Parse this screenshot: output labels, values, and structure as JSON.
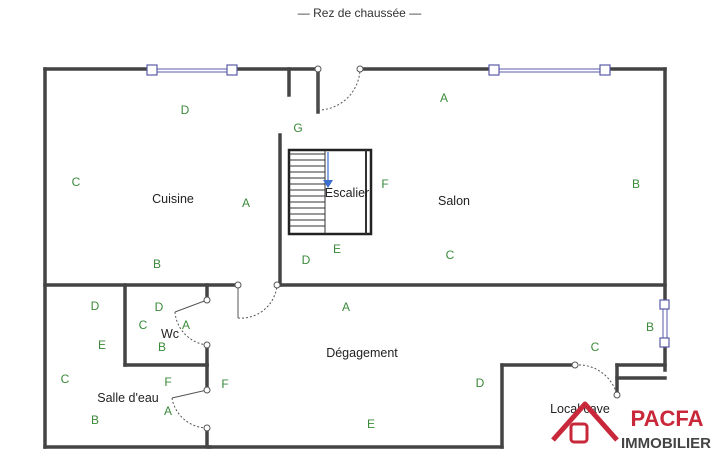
{
  "title": "— Rez de chaussée —",
  "rooms": {
    "cuisine": "Cuisine",
    "salon": "Salon",
    "escalier": "Escalier",
    "wc": "Wc",
    "degagement": "Dégagement",
    "salle_eau": "Salle d'eau",
    "local_cave": "Local cave"
  },
  "wall_letters": {
    "cuisine_d": "D",
    "cuisine_c": "C",
    "cuisine_a": "A",
    "cuisine_b": "B",
    "salon_a": "A",
    "salon_b": "B",
    "salon_c": "C",
    "salon_f": "F",
    "salon_g": "G",
    "stair_d": "D",
    "stair_e": "E",
    "wc_d": "D",
    "wc_c": "C",
    "wc_a": "A",
    "wc_b": "B",
    "sde_d": "D",
    "sde_e": "E",
    "sde_c": "C",
    "sde_f": "F",
    "sde_a": "A",
    "sde_b": "B",
    "deg_a": "A",
    "deg_f": "F",
    "deg_d": "D",
    "deg_e": "E",
    "cave_c": "C",
    "cave_b": "B"
  },
  "logo": {
    "line1": "PACFA",
    "line2": "IMMOBILIER"
  },
  "colors": {
    "wall": "#444444",
    "letter": "#3a8a3a",
    "window": "#5a5aa8",
    "logo_red": "#c8283a",
    "stair_arrow": "#3a6fd0"
  }
}
